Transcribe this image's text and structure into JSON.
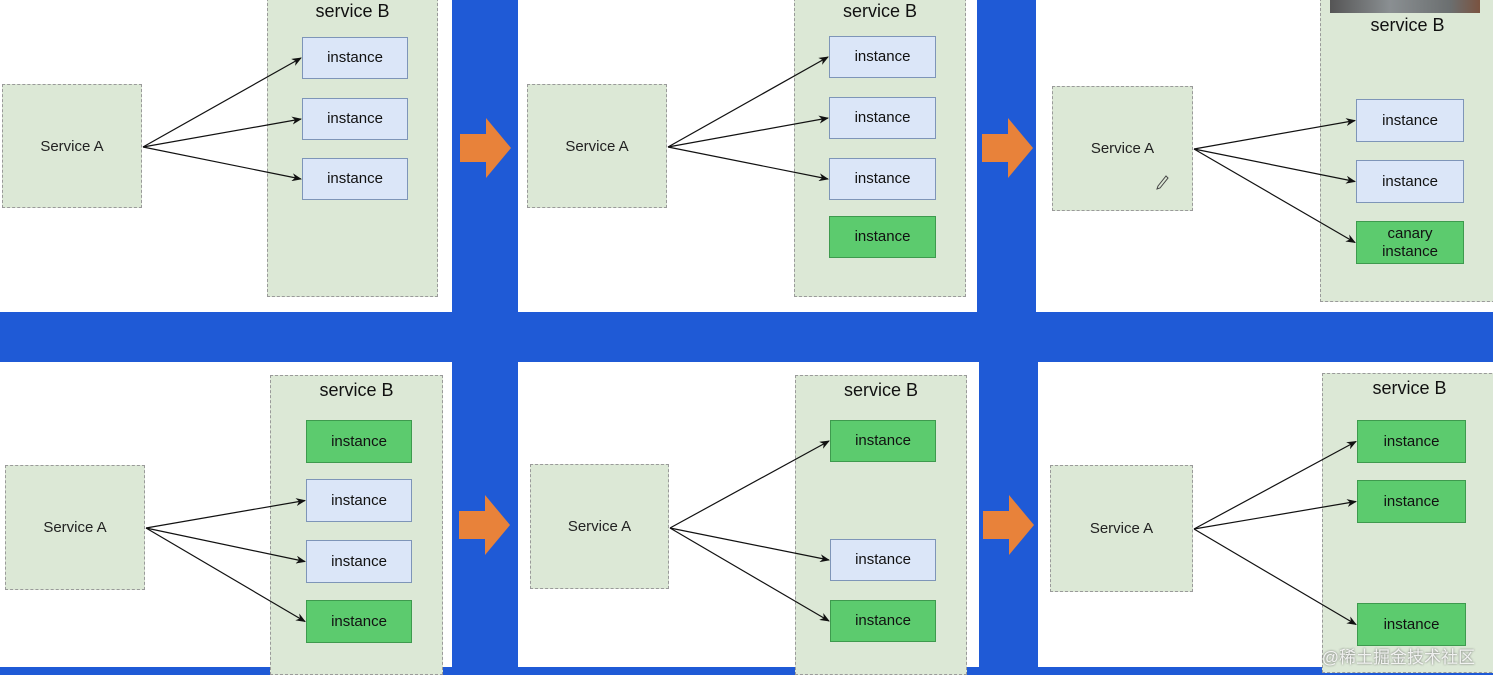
{
  "colors": {
    "divider": "#1f5ad6",
    "service_box": "#dce8d6",
    "instance_blue": "#dbe6f8",
    "instance_green": "#5ccb6e",
    "step_arrow": "#e8823a"
  },
  "panels": [
    {
      "service_a": "Service A",
      "service_b": "service B",
      "instances": [
        {
          "label": "instance",
          "type": "blue"
        },
        {
          "label": "instance",
          "type": "blue"
        },
        {
          "label": "instance",
          "type": "blue"
        }
      ]
    },
    {
      "service_a": "Service A",
      "service_b": "service B",
      "instances": [
        {
          "label": "instance",
          "type": "blue"
        },
        {
          "label": "instance",
          "type": "blue"
        },
        {
          "label": "instance",
          "type": "blue"
        },
        {
          "label": "instance",
          "type": "green"
        }
      ]
    },
    {
      "service_a": "Service A",
      "service_b": "service B",
      "instances": [
        {
          "label": "instance",
          "type": "blue"
        },
        {
          "label": "instance",
          "type": "blue"
        },
        {
          "label": "canary instance",
          "type": "green"
        }
      ]
    },
    {
      "service_a": "Service A",
      "service_b": "service B",
      "instances": [
        {
          "label": "instance",
          "type": "green"
        },
        {
          "label": "instance",
          "type": "blue"
        },
        {
          "label": "instance",
          "type": "blue"
        },
        {
          "label": "instance",
          "type": "green"
        }
      ]
    },
    {
      "service_a": "Service A",
      "service_b": "service B",
      "instances": [
        {
          "label": "instance",
          "type": "green"
        },
        {
          "label": "instance",
          "type": "blue"
        },
        {
          "label": "instance",
          "type": "green"
        }
      ]
    },
    {
      "service_a": "Service A",
      "service_b": "service B",
      "instances": [
        {
          "label": "instance",
          "type": "green"
        },
        {
          "label": "instance",
          "type": "green"
        },
        {
          "label": "instance",
          "type": "green"
        }
      ]
    }
  ],
  "watermark": "@稀土掘金技术社区"
}
